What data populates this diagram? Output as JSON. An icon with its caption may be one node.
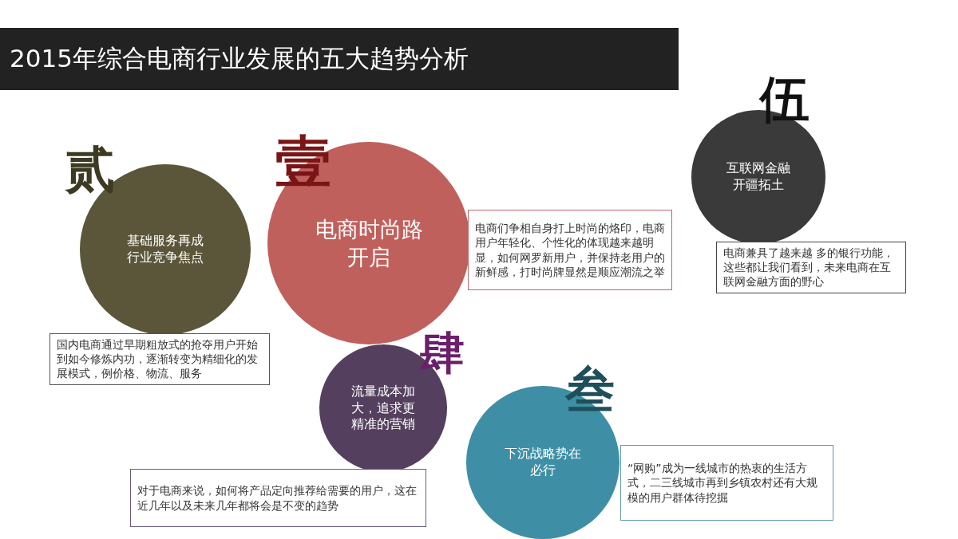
{
  "diagram": {
    "title": "2015年综合电商行业发展的五大趋势分析",
    "nodes": [
      {
        "text": [
          "贰",
          "基础服务再成行业竞争焦点"
        ]
      },
      {
        "text": [
          "国内电商通过早期粗放式的抢夺用户开始到如今修炼内功，逐渐转变为精细化的发展模式，例价格、物流、服务"
        ]
      },
      {
        "text": [
          "壹",
          "电商时尚路开启"
        ]
      },
      {
        "text": [
          "电商们争相自身打上时尚的烙印，电商用户年轻化、个性化的体现越来越明显，如何网罗新用户，并保持老用户的新鲜感，打时尚牌显然是顺应潮流之举"
        ]
      },
      {
        "text": [
          "伍",
          "互联网金融开疆拓土"
        ]
      },
      {
        "text": [
          "电商兼具了越来越 多的银行功能，这些都让我们看到，未来电商在互联网金融方面的野心"
        ]
      },
      {
        "text": [
          "肆",
          "流量成本加大，追求更精准的营销"
        ]
      },
      {
        "text": [
          "对于电商来说，如何将产品定向推荐给需要的用户，这在近几年以及未来几年都将会是不变的趋势"
        ]
      },
      {
        "text": [
          "叁",
          "下沉战略势在必行"
        ]
      },
      {
        "text": [
          "“网购”成为一线城市的热衷的生活方式，二三线城市再到乡镇农村还有大规模的用户群体待挖掘"
        ]
      }
    ]
  }
}
